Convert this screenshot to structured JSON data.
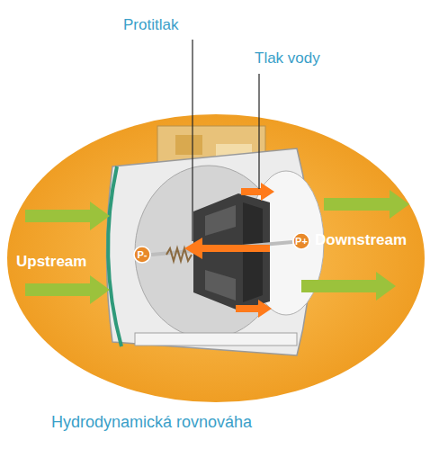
{
  "diagram": {
    "caption": "Hydrodynamická rovnováha",
    "nodes": [
      {
        "text": [
          "P-"
        ]
      },
      {
        "text": [
          "P+"
        ]
      }
    ],
    "labels": [
      "Protitlak",
      "Tlak vody",
      "Upstream",
      "Downstream"
    ]
  }
}
